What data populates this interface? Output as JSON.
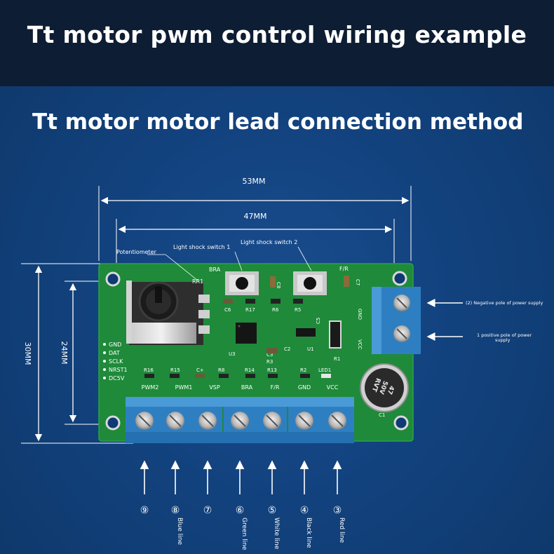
{
  "header": {
    "title": "Tt motor pwm control wiring example"
  },
  "subtitle": "Tt motor motor lead connection method",
  "dimensions": {
    "width_outer": "53MM",
    "width_inner": "47MM",
    "height_outer": "30MM",
    "height_inner": "24MM"
  },
  "callouts": {
    "potentiometer": "Potentiometer",
    "switch1": "Light shock switch 1",
    "switch2": "Light shock switch 2"
  },
  "power": {
    "negative": "(2) Negative pole of power supply",
    "positive_line1": "1 positive pole of power",
    "positive_line2": "supply",
    "gnd": "GND",
    "vcc": "VCC"
  },
  "board": {
    "top_labels": {
      "bra": "BRA",
      "fr": "F/R",
      "rr1": "RR1",
      "c8": "C8",
      "c7": "C7"
    },
    "component_labels": [
      "C6",
      "R17",
      "R6",
      "R5",
      "U3",
      "C3",
      "R3",
      "C2",
      "U1",
      "C5",
      "R1",
      "R16",
      "R15",
      "C+",
      "R8",
      "R14",
      "R13",
      "R2",
      "LED1",
      "C1"
    ],
    "pin_list": [
      "GND",
      "DAT",
      "SCLK",
      "NRST1",
      "DC5V"
    ],
    "capacitor_text": "47\n50V\nRVT",
    "terminal_labels": [
      "PWM2",
      "PWM1",
      "VSP",
      "BRA",
      "F/R",
      "GND",
      "VCC"
    ]
  },
  "terminals": [
    {
      "number": "⑨",
      "wire": ""
    },
    {
      "number": "⑧",
      "wire": "Blue line"
    },
    {
      "number": "⑦",
      "wire": ""
    },
    {
      "number": "⑥",
      "wire": "Green line"
    },
    {
      "number": "⑤",
      "wire": "White line"
    },
    {
      "number": "④",
      "wire": "Black line"
    },
    {
      "number": "③",
      "wire": "Red line"
    }
  ]
}
